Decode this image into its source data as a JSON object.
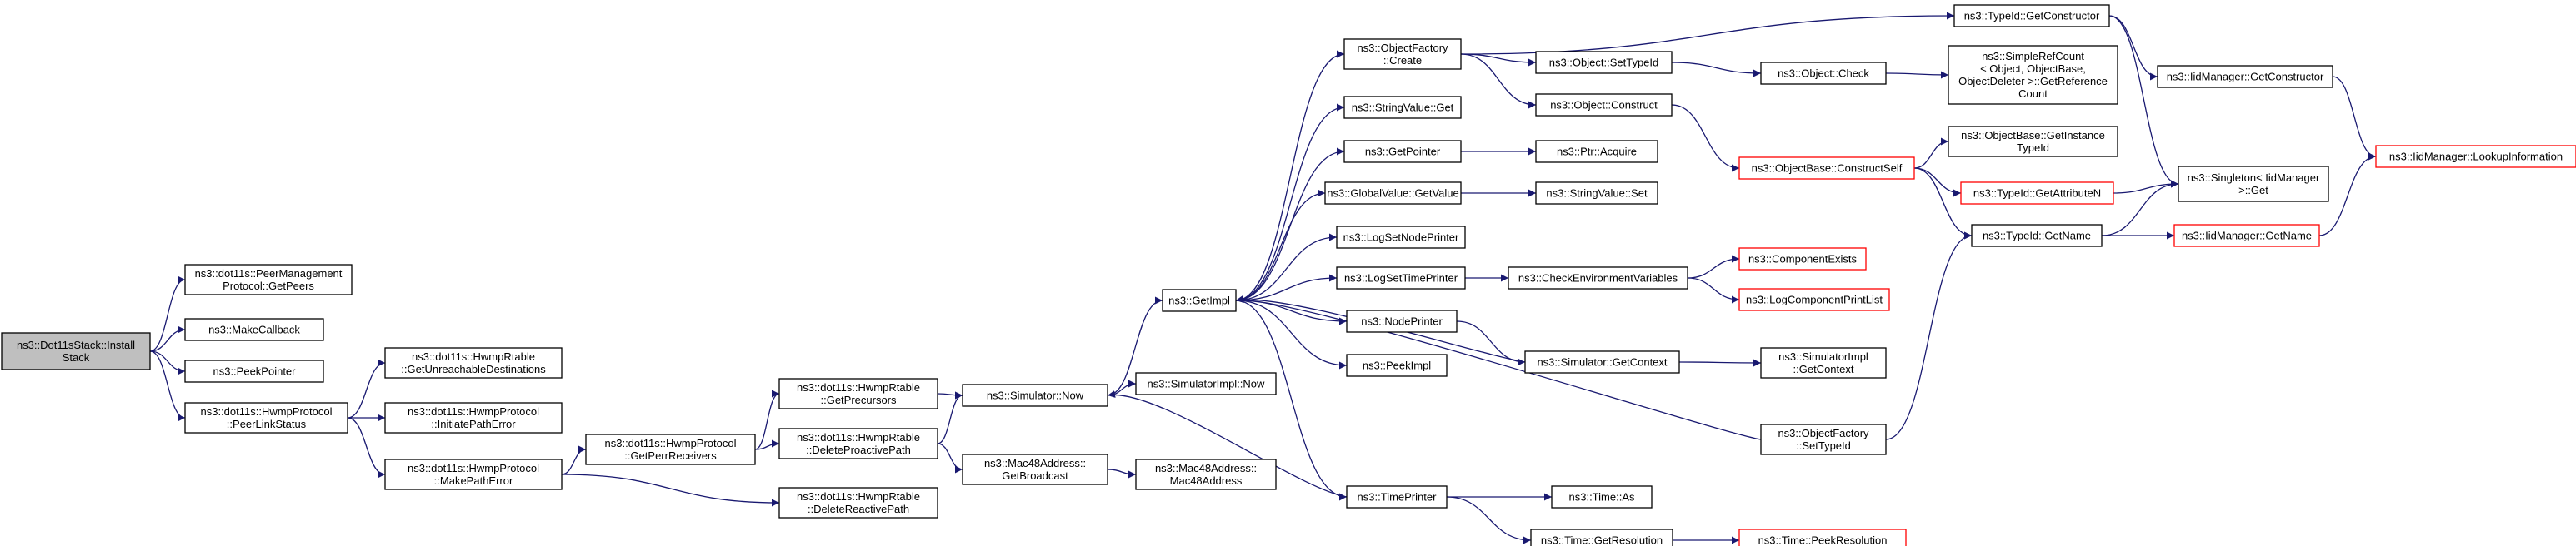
{
  "colors": {
    "edge": "#191970",
    "node_border": "#000000",
    "truncated_border": "#ff0000",
    "root_fill": "#bfbfbf",
    "node_fill": "#ffffff"
  },
  "nodes": [
    {
      "id": "root",
      "lines": [
        "ns3::Dot11sStack::Install",
        "Stack"
      ],
      "style": "root"
    },
    {
      "id": "peerMgmt",
      "lines": [
        "ns3::dot11s::PeerManagement",
        "Protocol::GetPeers"
      ]
    },
    {
      "id": "makeCallback",
      "lines": [
        "ns3::MakeCallback"
      ]
    },
    {
      "id": "peekPointer",
      "lines": [
        "ns3::PeekPointer"
      ]
    },
    {
      "id": "peerLinkStatus",
      "lines": [
        "ns3::dot11s::HwmpProtocol",
        "::PeerLinkStatus"
      ]
    },
    {
      "id": "getUnreach",
      "lines": [
        "ns3::dot11s::HwmpRtable",
        "::GetUnreachableDestinations"
      ]
    },
    {
      "id": "initPathErr",
      "lines": [
        "ns3::dot11s::HwmpProtocol",
        "::InitiatePathError"
      ]
    },
    {
      "id": "makePathErr",
      "lines": [
        "ns3::dot11s::HwmpProtocol",
        "::MakePathError"
      ]
    },
    {
      "id": "getPerrRecv",
      "lines": [
        "ns3::dot11s::HwmpProtocol",
        "::GetPerrReceivers"
      ]
    },
    {
      "id": "getPrecursors",
      "lines": [
        "ns3::dot11s::HwmpRtable",
        "::GetPrecursors"
      ]
    },
    {
      "id": "delProactive",
      "lines": [
        "ns3::dot11s::HwmpRtable",
        "::DeleteProactivePath"
      ]
    },
    {
      "id": "delReactive",
      "lines": [
        "ns3::dot11s::HwmpRtable",
        "::DeleteReactivePath"
      ]
    },
    {
      "id": "simNow",
      "lines": [
        "ns3::Simulator::Now"
      ]
    },
    {
      "id": "mac48Bcast",
      "lines": [
        "ns3::Mac48Address::",
        "GetBroadcast"
      ]
    },
    {
      "id": "simImplNow",
      "lines": [
        "ns3::SimulatorImpl::Now"
      ]
    },
    {
      "id": "mac48Ctor",
      "lines": [
        "ns3::Mac48Address::",
        "Mac48Address"
      ]
    },
    {
      "id": "getImpl",
      "lines": [
        "ns3::GetImpl"
      ]
    },
    {
      "id": "objFactoryCreate",
      "lines": [
        "ns3::ObjectFactory",
        "::Create"
      ]
    },
    {
      "id": "strValueGet",
      "lines": [
        "ns3::StringValue::Get"
      ]
    },
    {
      "id": "getPointer",
      "lines": [
        "ns3::GetPointer"
      ]
    },
    {
      "id": "globalValueGet",
      "lines": [
        "ns3::GlobalValue::GetValue"
      ]
    },
    {
      "id": "logSetNode",
      "lines": [
        "ns3::LogSetNodePrinter"
      ]
    },
    {
      "id": "logSetTime",
      "lines": [
        "ns3::LogSetTimePrinter"
      ]
    },
    {
      "id": "nodePrinter",
      "lines": [
        "ns3::NodePrinter"
      ]
    },
    {
      "id": "peekImpl",
      "lines": [
        "ns3::PeekImpl"
      ]
    },
    {
      "id": "timePrinter",
      "lines": [
        "ns3::TimePrinter"
      ]
    },
    {
      "id": "objSetTypeId",
      "lines": [
        "ns3::Object::SetTypeId"
      ]
    },
    {
      "id": "objConstruct",
      "lines": [
        "ns3::Object::Construct"
      ]
    },
    {
      "id": "ptrAcquire",
      "lines": [
        "ns3::Ptr::Acquire"
      ]
    },
    {
      "id": "strValueSet",
      "lines": [
        "ns3::StringValue::Set"
      ]
    },
    {
      "id": "checkEnv",
      "lines": [
        "ns3::CheckEnvironmentVariables"
      ]
    },
    {
      "id": "simGetContext",
      "lines": [
        "ns3::Simulator::GetContext"
      ]
    },
    {
      "id": "timeAs",
      "lines": [
        "ns3::Time::As"
      ]
    },
    {
      "id": "timeGetRes",
      "lines": [
        "ns3::Time::GetResolution"
      ]
    },
    {
      "id": "objCheck",
      "lines": [
        "ns3::Object::Check"
      ]
    },
    {
      "id": "objBaseConstructSelf",
      "lines": [
        "ns3::ObjectBase::ConstructSelf"
      ],
      "style": "red"
    },
    {
      "id": "componentExists",
      "lines": [
        "ns3::ComponentExists"
      ],
      "style": "red"
    },
    {
      "id": "logCompPrint",
      "lines": [
        "ns3::LogComponentPrintList"
      ],
      "style": "red"
    },
    {
      "id": "simImplGetCtx",
      "lines": [
        "ns3::SimulatorImpl",
        "::GetContext"
      ]
    },
    {
      "id": "objFactorySetTypeId",
      "lines": [
        "ns3::ObjectFactory",
        "::SetTypeId"
      ]
    },
    {
      "id": "timePeekRes",
      "lines": [
        "ns3::Time::PeekResolution"
      ],
      "style": "red"
    },
    {
      "id": "typeIdGetCtor",
      "lines": [
        "ns3::TypeId::GetConstructor"
      ]
    },
    {
      "id": "simpleRefCount",
      "lines": [
        "ns3::SimpleRefCount",
        "< Object, ObjectBase,",
        "ObjectDeleter >::GetReference",
        "Count"
      ]
    },
    {
      "id": "objBaseGetInstance",
      "lines": [
        "ns3::ObjectBase::GetInstance",
        "TypeId"
      ]
    },
    {
      "id": "typeIdGetAttr",
      "lines": [
        "ns3::TypeId::GetAttributeN"
      ],
      "style": "red"
    },
    {
      "id": "typeIdGetName",
      "lines": [
        "ns3::TypeId::GetName"
      ]
    },
    {
      "id": "iidMgrGetCtor",
      "lines": [
        "ns3::IidManager::GetConstructor"
      ]
    },
    {
      "id": "singletonGet",
      "lines": [
        "ns3::Singleton< IidManager",
        " >::Get"
      ]
    },
    {
      "id": "iidMgrGetName",
      "lines": [
        "ns3::IidManager::GetName"
      ],
      "style": "red"
    },
    {
      "id": "iidMgrLookup",
      "lines": [
        "ns3::IidManager::LookupInformation"
      ],
      "style": "red"
    }
  ],
  "edges": [
    [
      "root",
      "peerMgmt"
    ],
    [
      "root",
      "makeCallback"
    ],
    [
      "root",
      "peekPointer"
    ],
    [
      "root",
      "peerLinkStatus"
    ],
    [
      "peerLinkStatus",
      "getUnreach"
    ],
    [
      "peerLinkStatus",
      "initPathErr"
    ],
    [
      "peerLinkStatus",
      "makePathErr"
    ],
    [
      "makePathErr",
      "getPerrRecv"
    ],
    [
      "makePathErr",
      "delReactive"
    ],
    [
      "getPerrRecv",
      "getPrecursors"
    ],
    [
      "getPerrRecv",
      "delProactive"
    ],
    [
      "getPrecursors",
      "simNow"
    ],
    [
      "delProactive",
      "simNow"
    ],
    [
      "delProactive",
      "mac48Bcast"
    ],
    [
      "simNow",
      "getImpl"
    ],
    [
      "simNow",
      "simImplNow"
    ],
    [
      "mac48Bcast",
      "mac48Ctor"
    ],
    [
      "getImpl",
      "objFactoryCreate"
    ],
    [
      "getImpl",
      "strValueGet"
    ],
    [
      "getImpl",
      "getPointer"
    ],
    [
      "getImpl",
      "globalValueGet"
    ],
    [
      "getImpl",
      "logSetNode"
    ],
    [
      "getImpl",
      "logSetTime"
    ],
    [
      "getImpl",
      "nodePrinter"
    ],
    [
      "getImpl",
      "peekImpl"
    ],
    [
      "getImpl",
      "timePrinter"
    ],
    [
      "objFactoryCreate",
      "typeIdGetCtor"
    ],
    [
      "objFactoryCreate",
      "objSetTypeId"
    ],
    [
      "objFactoryCreate",
      "objConstruct"
    ],
    [
      "getPointer",
      "ptrAcquire"
    ],
    [
      "globalValueGet",
      "strValueSet"
    ],
    [
      "logSetTime",
      "checkEnv"
    ],
    [
      "nodePrinter",
      "simGetContext"
    ],
    [
      "simGetContext",
      "getImpl"
    ],
    [
      "simGetContext",
      "simImplGetCtx"
    ],
    [
      "timePrinter",
      "timeAs"
    ],
    [
      "timePrinter",
      "timeGetRes"
    ],
    [
      "timePrinter",
      "simNow"
    ],
    [
      "timeGetRes",
      "timePeekRes"
    ],
    [
      "objSetTypeId",
      "objCheck"
    ],
    [
      "objCheck",
      "simpleRefCount"
    ],
    [
      "objConstruct",
      "objBaseConstructSelf"
    ],
    [
      "objBaseConstructSelf",
      "objBaseGetInstance"
    ],
    [
      "objBaseConstructSelf",
      "typeIdGetAttr"
    ],
    [
      "objBaseConstructSelf",
      "typeIdGetName"
    ],
    [
      "checkEnv",
      "componentExists"
    ],
    [
      "checkEnv",
      "logCompPrint"
    ],
    [
      "objFactorySetTypeId",
      "typeIdGetName"
    ],
    [
      "objFactorySetTypeId",
      "getImpl"
    ],
    [
      "typeIdGetCtor",
      "iidMgrGetCtor"
    ],
    [
      "typeIdGetCtor",
      "singletonGet"
    ],
    [
      "typeIdGetAttr",
      "singletonGet"
    ],
    [
      "typeIdGetName",
      "singletonGet"
    ],
    [
      "typeIdGetName",
      "iidMgrGetName"
    ],
    [
      "iidMgrGetCtor",
      "iidMgrLookup"
    ],
    [
      "iidMgrGetName",
      "iidMgrLookup"
    ]
  ]
}
